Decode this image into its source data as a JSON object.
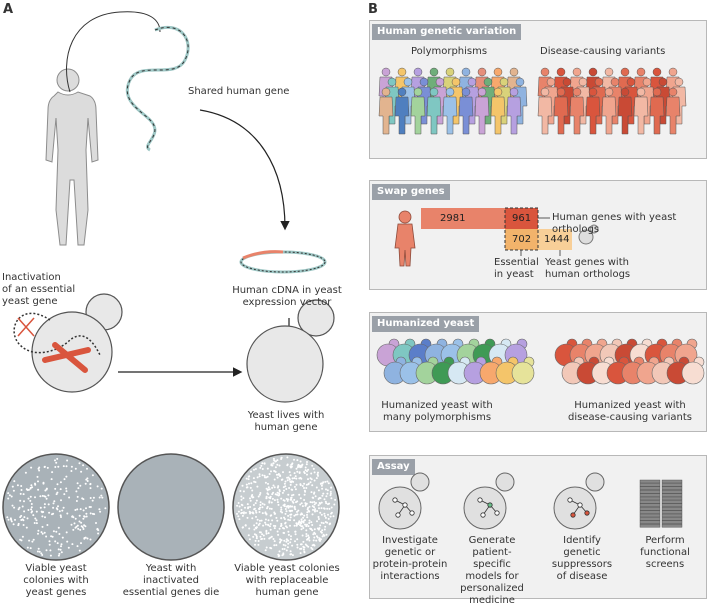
{
  "panel_a": {
    "letter": "A",
    "shared_gene": "Shared human gene",
    "inactivation": [
      "Inactivation",
      "of an essential",
      "yeast gene"
    ],
    "cdna": [
      "Human cDNA in yeast",
      "expression vector"
    ],
    "lives": [
      "Yeast lives with",
      "human gene"
    ],
    "dish1": [
      "Viable yeast",
      "colonies with",
      "yeast genes"
    ],
    "dish2": [
      "Yeast with",
      "inactivated",
      "essential genes die"
    ],
    "dish3": [
      "Viable yeast colonies",
      "with replaceable",
      "human gene"
    ]
  },
  "panel_b": {
    "letter": "B",
    "variation": {
      "title": "Human genetic variation",
      "polymorphisms": "Polymorphisms",
      "disease": "Disease-causing variants"
    },
    "swap": {
      "title": "Swap genes",
      "n_human_only": "2981",
      "n_overlap": "961",
      "n_essential": "702",
      "n_yeast": "1444",
      "label_human": "Human genes with yeast orthologs",
      "label_essential": [
        "Essential",
        "in yeast"
      ],
      "label_yeast": [
        "Yeast genes with",
        "human orthologs"
      ]
    },
    "humanized": {
      "title": "Humanized yeast",
      "left": [
        "Humanized yeast with",
        "many polymorphisms"
      ],
      "right": [
        "Humanized yeast with",
        "disease-causing variants"
      ]
    },
    "assay": {
      "title": "Assay",
      "items": [
        [
          "Investigate",
          "genetic or",
          "protein-protein",
          "interactions"
        ],
        [
          "Generate",
          "patient-specific",
          "models for",
          "personalized",
          "medicine"
        ],
        [
          "Identify",
          "genetic",
          "suppressors",
          "of disease"
        ],
        [
          "Perform",
          "functional",
          "screens"
        ]
      ]
    }
  },
  "colors": {
    "gray_box": "#9aa0a8",
    "salmon": "#e8836a",
    "red_overlap": "#d9553d",
    "orange": "#f2b36b",
    "light_orange": "#f8cf98",
    "dish_fill": "#a9b2b8"
  }
}
